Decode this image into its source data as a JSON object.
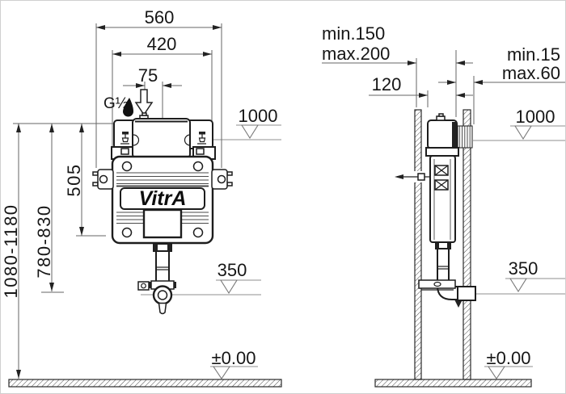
{
  "brand": "VitrA",
  "front_view": {
    "width_overall": "560",
    "tank_width": "420",
    "inlet_offset": "75",
    "inlet_thread": "G½",
    "flush_plate_level": "1000",
    "overall_height": "1080-1180",
    "outlet_height": "780-830",
    "tank_height": "505",
    "outlet_level": "350",
    "floor_level": "±0.00"
  },
  "side_view": {
    "wall_clearance_min": "min.150",
    "wall_clearance_max": "max.200",
    "frame_depth": "120",
    "finish_thickness_min": "min.15",
    "finish_thickness_max": "max.60",
    "flush_plate_level": "1000",
    "outlet_level": "350",
    "floor_level": "±0.00"
  }
}
